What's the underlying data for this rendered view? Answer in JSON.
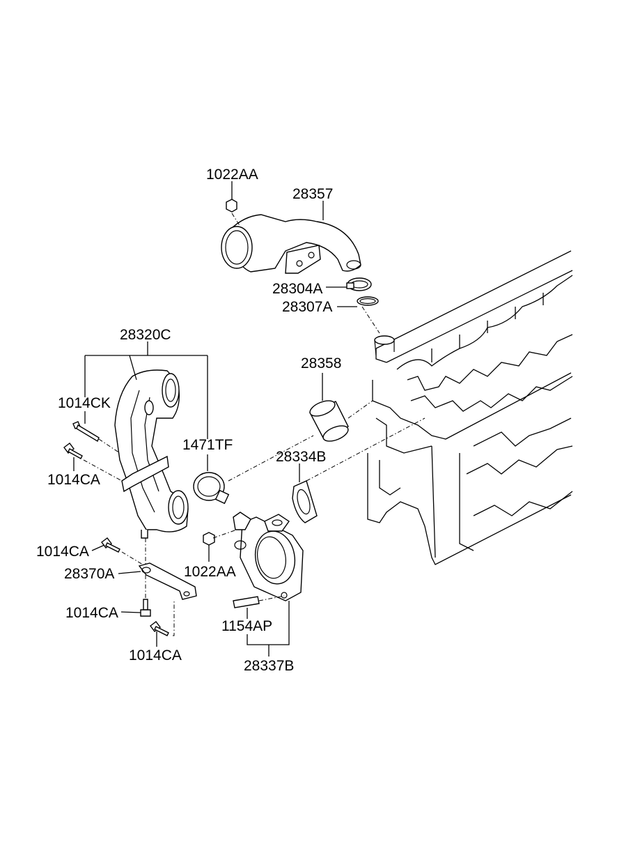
{
  "diagram": {
    "labels": {
      "nut_top": "1022AA",
      "air_pipe_upper": "28357",
      "hose_clamp_upper": "28304A",
      "o_ring_upper": "28307A",
      "air_pipe_assy": "28320C",
      "sleeve": "28358",
      "bolt_ck": "1014CK",
      "hose_clamp_lower": "1471TF",
      "gasket": "28334B",
      "bolt_ca_1": "1014CA",
      "bolt_ca_2": "1014CA",
      "bracket": "28370A",
      "nut_lower": "1022AA",
      "bolt_ca_3": "1014CA",
      "stud_bolt": "1154AP",
      "bolt_ca_4": "1014CA",
      "intake_flange": "28337B"
    }
  }
}
